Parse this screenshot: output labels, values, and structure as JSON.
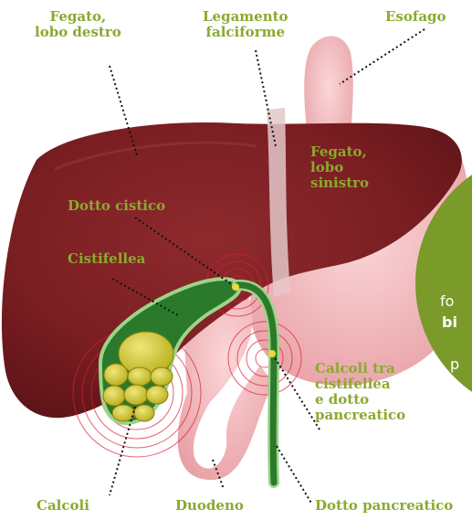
{
  "labels": {
    "fegato_destro": [
      "Fegato,",
      "lobo destro"
    ],
    "legamento": [
      "Legamento",
      "falciforme"
    ],
    "esofago": "Esofago",
    "fegato_sinistro": [
      "Fegato,",
      "lobo",
      "sinistro"
    ],
    "dotto_cistico": "Dotto cistico",
    "cistifellea": "Cistifellea",
    "calcoli_tra": [
      "Calcoli tra",
      "cistifellea",
      "e dotto",
      "pancreatico"
    ],
    "calcoli": "Calcoli",
    "duodeno": "Duodeno",
    "dotto_pancreatico": "Dotto pancreatico"
  },
  "bubble": {
    "fragments": [
      "fo",
      "bi",
      "p"
    ]
  },
  "colors": {
    "label": "#8aaa2e",
    "liver": "#7a1e22",
    "organ_pink": "#f0b3b6",
    "bubble": "#7a9a2a",
    "duct": "#2a7a2a",
    "stone": "#c8c020"
  }
}
